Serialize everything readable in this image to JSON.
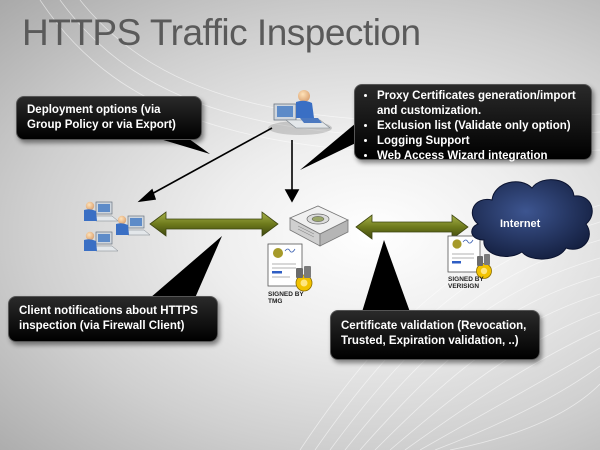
{
  "title": "HTTPS Traffic Inspection",
  "callouts": {
    "deployment": "Deployment options (via Group Policy or via Export)",
    "features": [
      "Proxy Certificates generation/import and customization.",
      "Exclusion list (Validate only option)",
      "Logging Support",
      "Web Access Wizard integration"
    ],
    "client_notifications": "Client notifications about HTTPS inspection (via Firewall Client)",
    "certificate_validation": "Certificate validation (Revocation, Trusted, Expiration validation, ..)"
  },
  "certificates": {
    "tmg_label": "SIGNED BY TMG",
    "verisign_label": "SIGNED BY VERISIGN"
  },
  "internet_label": "Internet",
  "colors": {
    "callout_bg": "#000000",
    "arrow_green": "#6e7a1c",
    "cloud": "#1f2d55",
    "seal": "#f2c200"
  }
}
